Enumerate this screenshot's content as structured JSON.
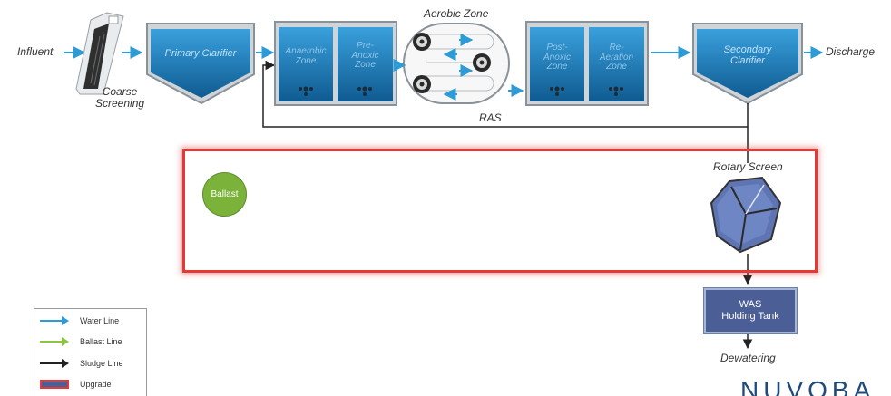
{
  "stages": {
    "influent": "Influent",
    "coarse_screening": "Coarse\nScreening",
    "primary_clarifier": "Primary Clarifier",
    "anaerobic_zone": "Anaerobic\nZone",
    "pre_anoxic_zone": "Pre-\nAnoxic\nZone",
    "aerobic_zone": "Aerobic Zone",
    "post_anoxic_zone": "Post-\nAnoxic\nZone",
    "re_aeration_zone": "Re-\nAeration\nZone",
    "secondary_clarifier": "Secondary\nClarifier",
    "discharge": "Discharge",
    "ras": "RAS",
    "rotary_screen": "Rotary Screen",
    "ballast": "Ballast",
    "was_line1": "WAS",
    "was_line2": "Holding Tank",
    "dewatering": "Dewatering"
  },
  "legend": [
    {
      "label": "Water Line",
      "kind": "water"
    },
    {
      "label": "Ballast Line",
      "kind": "ballast"
    },
    {
      "label": "Sludge Line",
      "kind": "sludge"
    },
    {
      "label": "Upgrade",
      "kind": "upgrade"
    }
  ],
  "logo": "NUVOBA",
  "colors": {
    "water_line": "#2e9bd6",
    "ballast_line": "#8cc63f",
    "sludge_line": "#222222",
    "upgrade": "#e53935",
    "tank_water": "#1f6fa8",
    "ballast_fill": "#7ab23a",
    "was_fill": "#4b5f96",
    "logo": "#1f4a7a"
  }
}
